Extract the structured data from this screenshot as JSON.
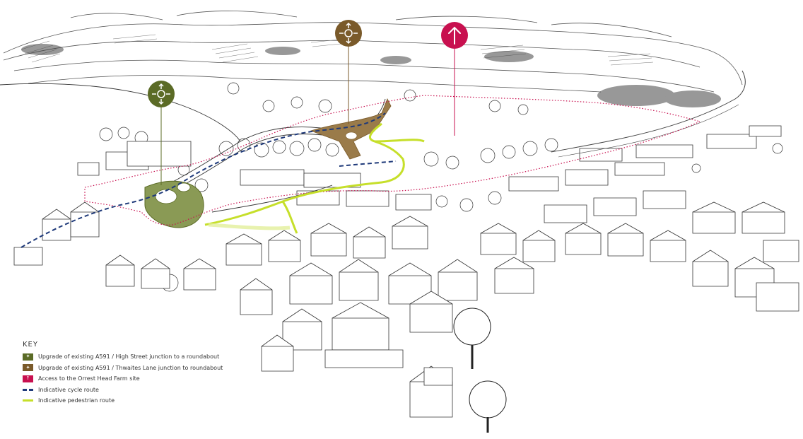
{
  "legend": {
    "title": "KEY",
    "items": [
      {
        "type": "box",
        "color": "#5b6b26",
        "icon": "roundabout-icon",
        "glyph": "✦",
        "label": "Upgrade of existing A591 / High Street junction to a roundabout"
      },
      {
        "type": "box",
        "color": "#7a5a2a",
        "icon": "roundabout-icon",
        "glyph": "✦",
        "label": "Upgrade of existing A591 / Thwaites Lane junction to roundabout"
      },
      {
        "type": "box",
        "color": "#c8104f",
        "icon": "arrow-up-icon",
        "glyph": "↑",
        "label": "Access to the Orrest Head Farm site"
      },
      {
        "type": "dash",
        "color": "#1f3a7a",
        "label": "Indicative cycle route"
      },
      {
        "type": "solid",
        "color": "#c6df2a",
        "label": "Indicative pedestrian route"
      }
    ]
  },
  "markers": [
    {
      "name": "high-street-roundabout-marker",
      "color": "#5b6b26",
      "icon": "roundabout-icon"
    },
    {
      "name": "thwaites-lane-roundabout-marker",
      "color": "#7a5a2a",
      "icon": "roundabout-icon"
    },
    {
      "name": "orrest-head-access-marker",
      "color": "#c8104f",
      "icon": "arrow-up-icon"
    }
  ],
  "colors": {
    "site_boundary": "#c8104f",
    "cycle_route": "#1f3a7a",
    "pedestrian_route": "#c6df2a",
    "roundabout_fill": "#8a9a55",
    "junction_fill": "#9a7b4a",
    "line_art": "#333333"
  }
}
